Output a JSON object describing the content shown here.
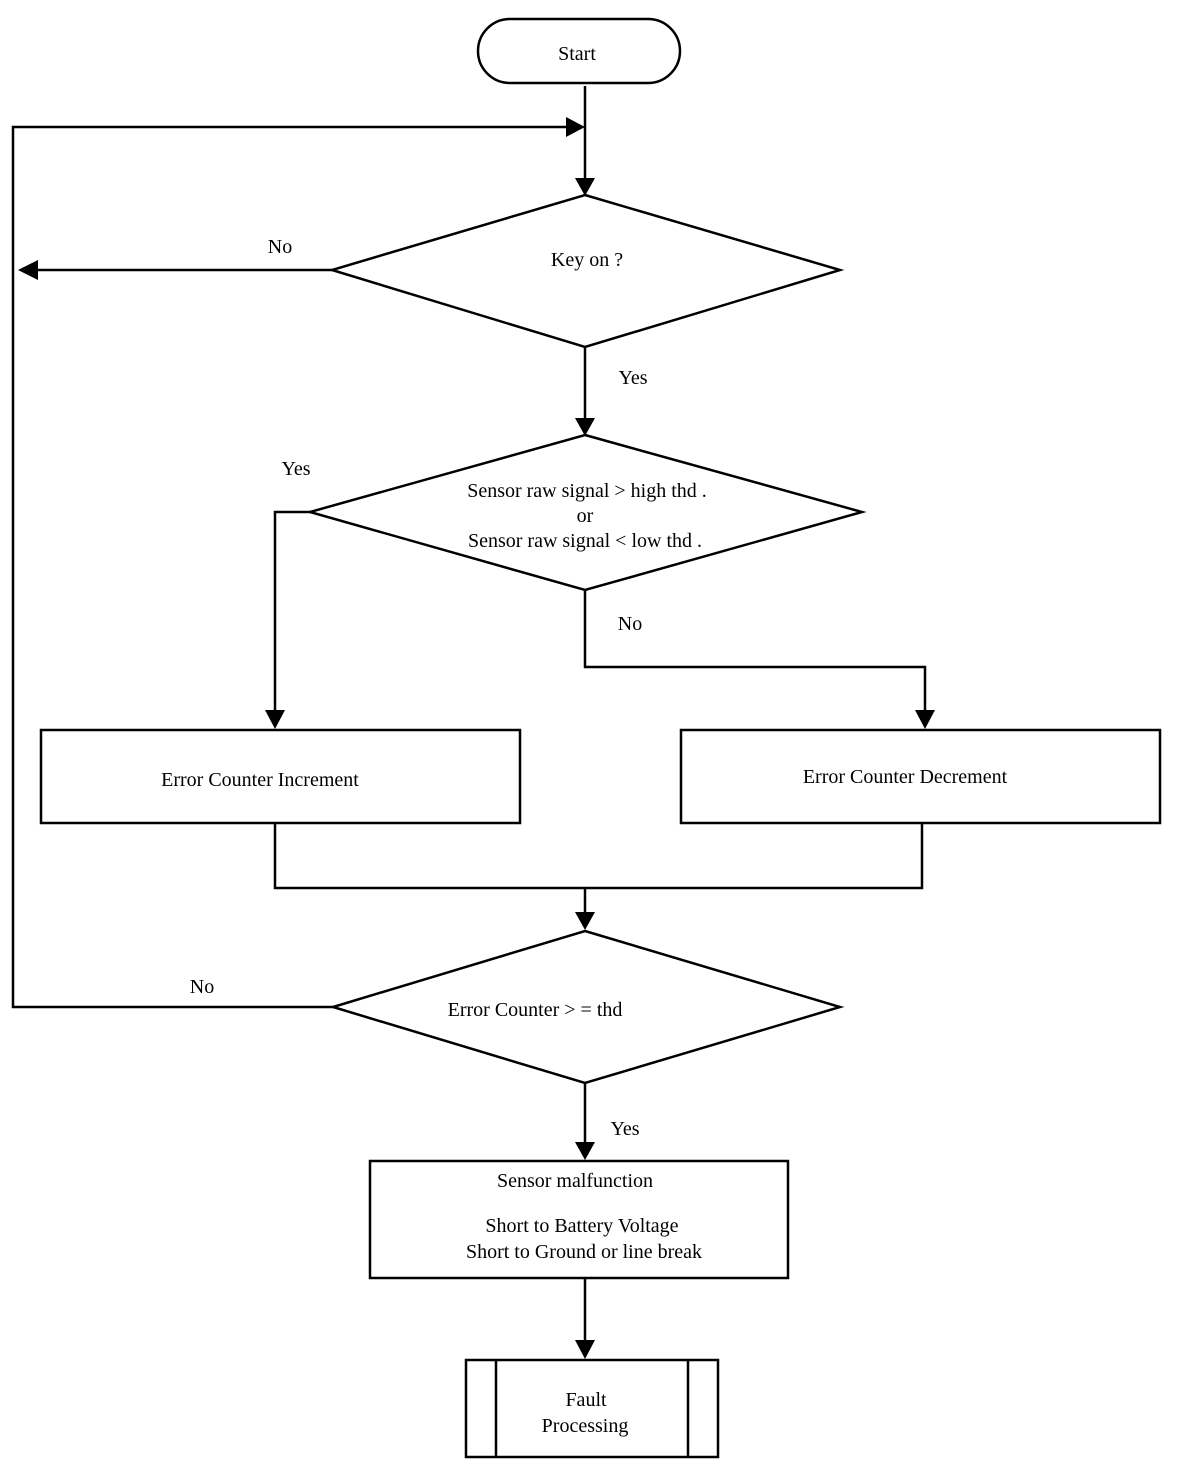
{
  "diagram": {
    "start": "Start",
    "key_on": "Key on ?",
    "key_on_no": "No",
    "key_on_yes": "Yes",
    "sensor_check": {
      "line1": "Sensor raw signal > high thd .",
      "line2": "or",
      "line3": "Sensor raw signal < low thd ."
    },
    "sensor_check_yes": "Yes",
    "sensor_check_no": "No",
    "increment": "Error Counter Increment",
    "decrement": "Error Counter Decrement",
    "counter_check": "Error Counter > = thd",
    "counter_check_no": "No",
    "counter_check_yes": "Yes",
    "malfunction": {
      "title": "Sensor malfunction",
      "line1": "Short to Battery Voltage",
      "line2": "Short to Ground or line break"
    },
    "fault": {
      "line1": "Fault",
      "line2": "Processing"
    }
  }
}
